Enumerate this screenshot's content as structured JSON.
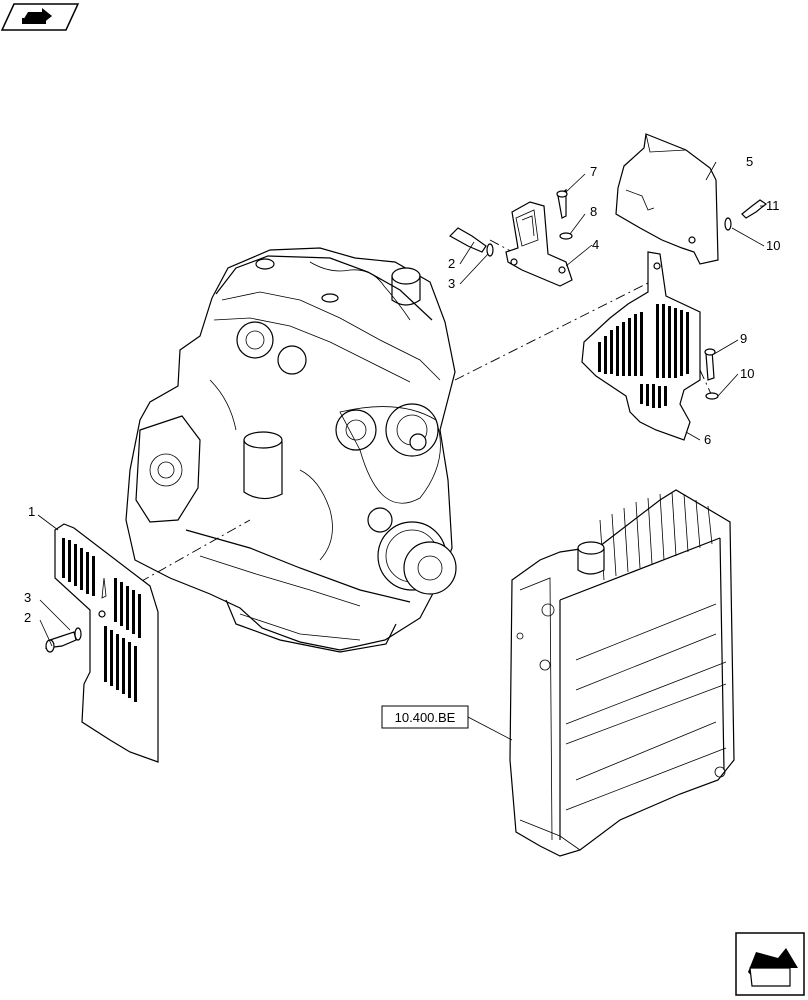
{
  "callouts": [
    "1",
    "2",
    "3",
    "4",
    "5",
    "6",
    "7",
    "8",
    "9",
    "10",
    "11"
  ],
  "labels": {
    "p1": "1",
    "p2_right": "2",
    "p3_right": "3",
    "p4": "4",
    "p5": "5",
    "p6": "6",
    "p7": "7",
    "p8": "8",
    "p9": "9",
    "p10_top": "10",
    "p10_mid": "10",
    "p11": "11",
    "p3_left": "3",
    "p2_left": "2"
  },
  "reference": {
    "radiator_ref": "10.400.BE"
  },
  "icons": {
    "top_left": "nav-back-icon",
    "bottom_right": "nav-next-icon"
  }
}
